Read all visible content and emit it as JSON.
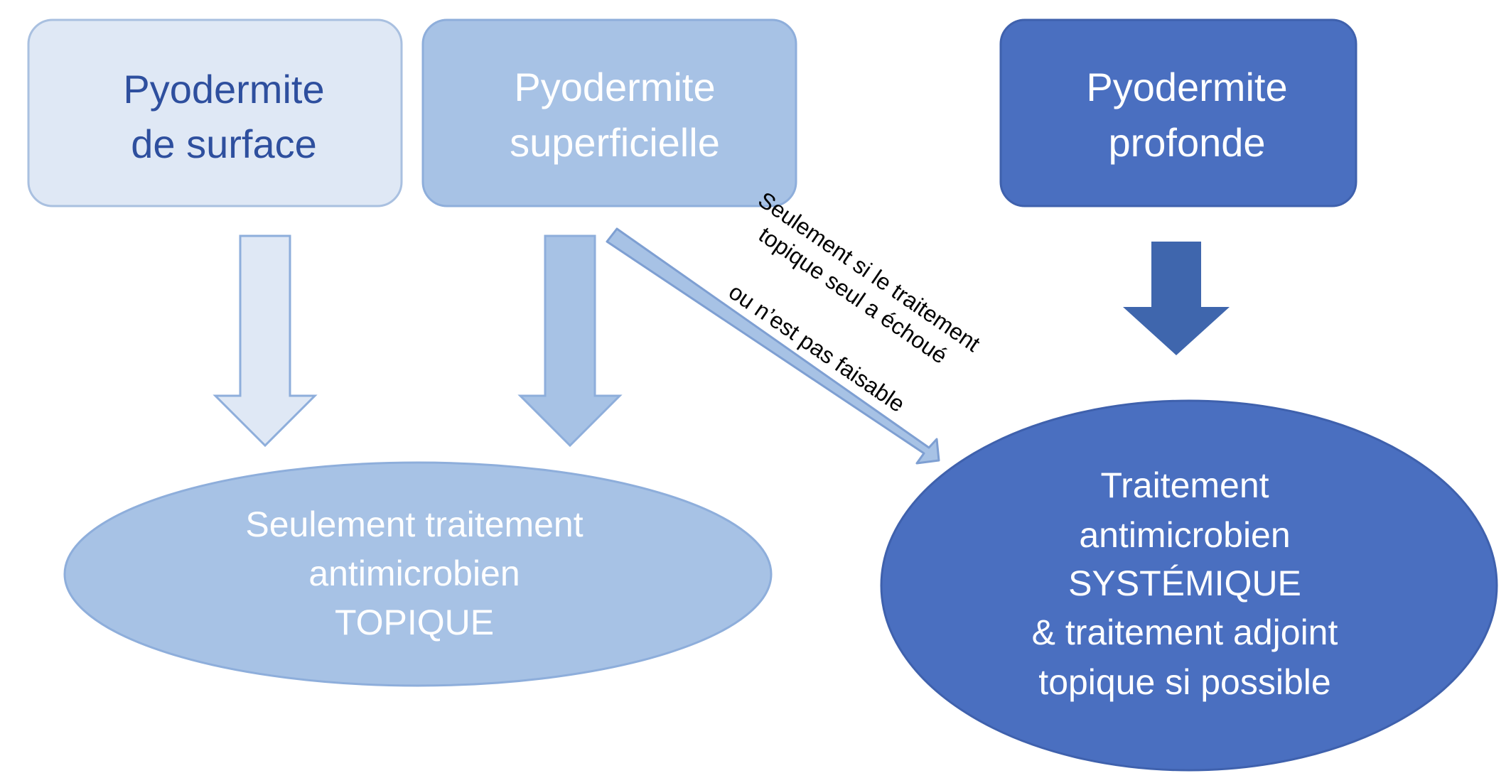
{
  "colors": {
    "light_fill": "#dfe8f5",
    "light_stroke": "#a9c0e0",
    "mid_fill": "#a7c2e5",
    "mid_stroke": "#8eaedb",
    "dark_fill": "#4a6fc0",
    "dark_stroke": "#3f61ad",
    "arrow_dark": "#3f66ad",
    "text_dark_blue": "#2e4f9e",
    "text_white": "#ffffff",
    "text_black": "#000000"
  },
  "boxes": {
    "surface": {
      "line1": "Pyodermite",
      "line2": "de surface"
    },
    "superficial": {
      "line1": "Pyodermite",
      "line2": "superficielle"
    },
    "deep": {
      "line1": "Pyodermite",
      "line2": "profonde"
    }
  },
  "outcomes": {
    "topical": {
      "line1": "Seulement traitement",
      "line2": "antimicrobien",
      "line3": "TOPIQUE"
    },
    "systemic": {
      "line1": "Traitement",
      "line2": "antimicrobien",
      "line3": "SYSTÉMIQUE",
      "line4": "& traitement adjoint",
      "line5": "topique si possible"
    }
  },
  "diagonal_note": {
    "line1": "Seulement si le traitement",
    "line2": "topique seul a échoué",
    "line3": "ou n’est pas faisable"
  }
}
